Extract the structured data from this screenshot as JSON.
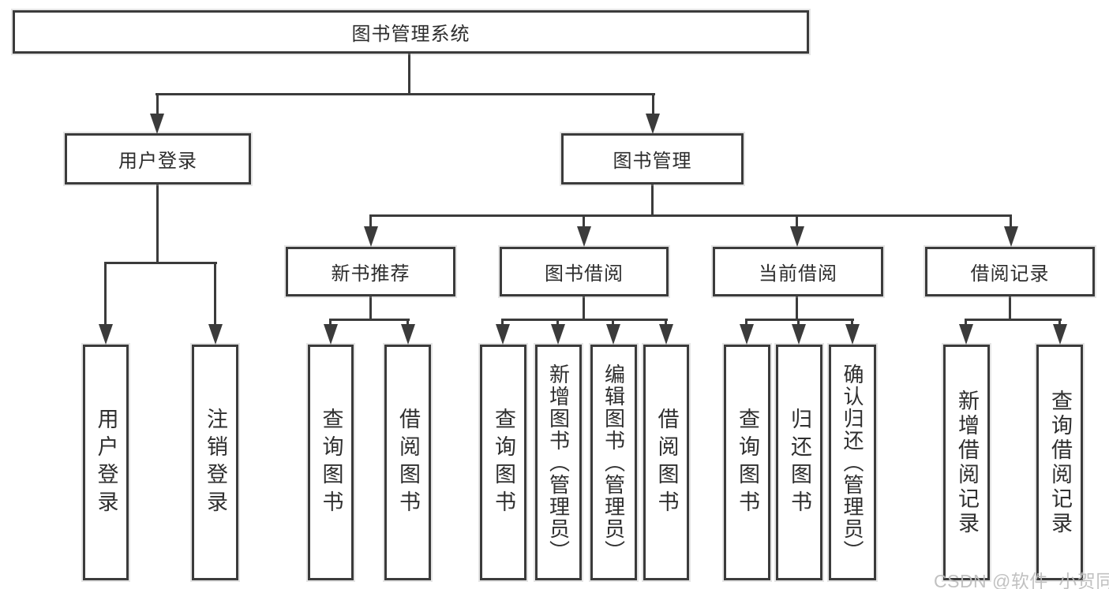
{
  "diagram": {
    "title": "图书管理系统",
    "root": {
      "label": "图书管理系统"
    },
    "level2": [
      {
        "label": "用户登录"
      },
      {
        "label": "图书管理"
      }
    ],
    "level3": [
      {
        "label": "新书推荐",
        "parent": "图书管理"
      },
      {
        "label": "图书借阅",
        "parent": "图书管理"
      },
      {
        "label": "当前借阅",
        "parent": "图书管理"
      },
      {
        "label": "借阅记录",
        "parent": "图书管理"
      }
    ],
    "leaves": [
      {
        "label": "用户登录",
        "parent": "用户登录"
      },
      {
        "label": "注销登录",
        "parent": "用户登录"
      },
      {
        "label": "查询图书",
        "parent": "新书推荐"
      },
      {
        "label": "借阅图书",
        "parent": "新书推荐"
      },
      {
        "label": "查询图书",
        "parent": "图书借阅"
      },
      {
        "label": "新增图书（管理员）",
        "parent": "图书借阅"
      },
      {
        "label": "编辑图书（管理员）",
        "parent": "图书借阅"
      },
      {
        "label": "借阅图书",
        "parent": "图书借阅"
      },
      {
        "label": "查询图书",
        "parent": "当前借阅"
      },
      {
        "label": "归还图书",
        "parent": "当前借阅"
      },
      {
        "label": "确认归还（管理员）",
        "parent": "当前借阅"
      },
      {
        "label": "新增借阅记录",
        "parent": "借阅记录"
      },
      {
        "label": "查询借阅记录",
        "parent": "借阅记录"
      }
    ]
  },
  "watermark": {
    "text": "CSDN @软件_小贺同学"
  },
  "colors": {
    "line": "#3b3b3b",
    "text": "#2d2d2d",
    "box_background": "#ffffff",
    "watermark": "#bcbcbc",
    "background": "#ffffff"
  }
}
